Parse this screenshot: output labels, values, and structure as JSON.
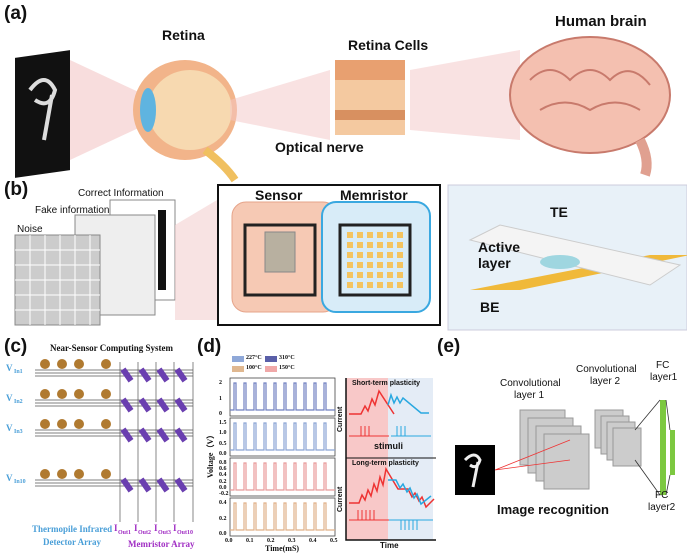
{
  "panels": {
    "a": {
      "label": "(a)",
      "retina": "Retina",
      "retina_cells": "Retina Cells",
      "brain": "Human brain",
      "optical_nerve": "Optical nerve"
    },
    "b": {
      "label": "(b)",
      "correct": "Correct Information",
      "fake": "Fake information",
      "noise": "Noise",
      "sensor": "Sensor",
      "memristor": "Memristor",
      "te": "TE",
      "active": "Active",
      "layer": "layer",
      "be": "BE"
    },
    "c": {
      "label": "(c)",
      "title": "Near-Sensor Computing System",
      "inputs": [
        "V",
        "V",
        "V",
        "V"
      ],
      "input_subs": [
        "In1",
        "In2",
        "In3",
        "In10"
      ],
      "outputs": [
        "I",
        "I",
        "I",
        "I"
      ],
      "output_subs": [
        "Out1",
        "Out2",
        "Out3",
        "Out10"
      ],
      "detector1": "Thermopile Infrared",
      "detector2": "Detector Array",
      "memristor_array": "Memristor Array"
    },
    "d": {
      "label": "(d)",
      "legend": [
        "227°C",
        "310°C",
        "100°C",
        "150°C"
      ],
      "legend_colors": [
        "#8fa8d8",
        "#5a5fa8",
        "#e0b890",
        "#f0a8a8"
      ],
      "ylabel": "Voltage（V）",
      "xlabel": "Time(mS)",
      "xticks": [
        "0.0",
        "0.1",
        "0.2",
        "0.3",
        "0.4",
        "0.5"
      ],
      "subplots": [
        {
          "color": "#7080c0",
          "ticks": [
            "2",
            "1",
            "0"
          ],
          "amp": 2.5
        },
        {
          "color": "#8aa4d4",
          "ticks": [
            "1.5",
            "1.0",
            "0.5",
            "0.0"
          ],
          "amp": 1.3
        },
        {
          "color": "#e89a9a",
          "ticks": [
            "0.8",
            "0.6",
            "0.4",
            "0.2",
            "0.0",
            "-0.2"
          ],
          "amp": 0.72
        },
        {
          "color": "#e0b088",
          "ticks": [
            "0.4",
            "0.2",
            "0.0"
          ],
          "amp": 0.45
        }
      ],
      "short_term": "Short-term plasticity",
      "long_term": "Long-term plasticity",
      "current": "Current",
      "stimuli": "stimuli",
      "time": "Time"
    },
    "e": {
      "label": "(e)",
      "conv1a": "Convolutional",
      "conv1b": "layer 1",
      "conv2a": "Convolutional",
      "conv2b": "layer 2",
      "fc1a": "FC",
      "fc1b": "layer1",
      "fc2a": "FC",
      "fc2b": "layer2",
      "recognition": "Image recognition"
    }
  }
}
